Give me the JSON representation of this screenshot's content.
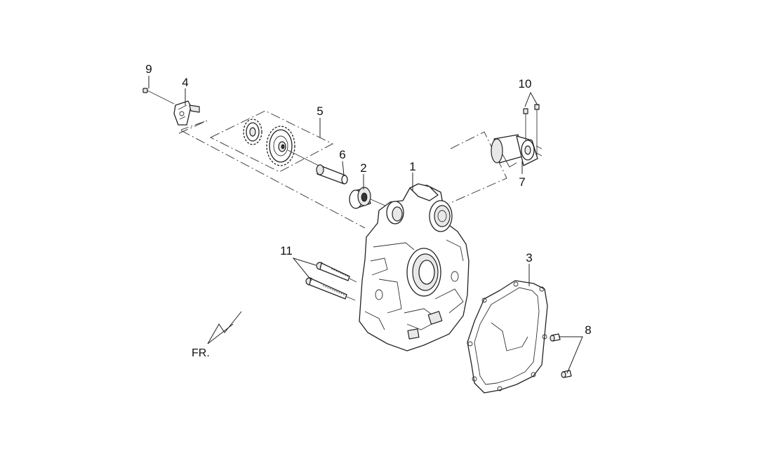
{
  "diagram": {
    "callouts": [
      {
        "id": "label-1",
        "text": "1"
      },
      {
        "id": "label-2",
        "text": "2"
      },
      {
        "id": "label-3",
        "text": "3"
      },
      {
        "id": "label-4",
        "text": "4"
      },
      {
        "id": "label-5",
        "text": "5"
      },
      {
        "id": "label-6",
        "text": "6"
      },
      {
        "id": "label-7",
        "text": "7"
      },
      {
        "id": "label-8",
        "text": "8"
      },
      {
        "id": "label-9",
        "text": "9"
      },
      {
        "id": "label-10",
        "text": "10"
      },
      {
        "id": "label-11",
        "text": "11"
      }
    ],
    "front_marker": "FR."
  }
}
